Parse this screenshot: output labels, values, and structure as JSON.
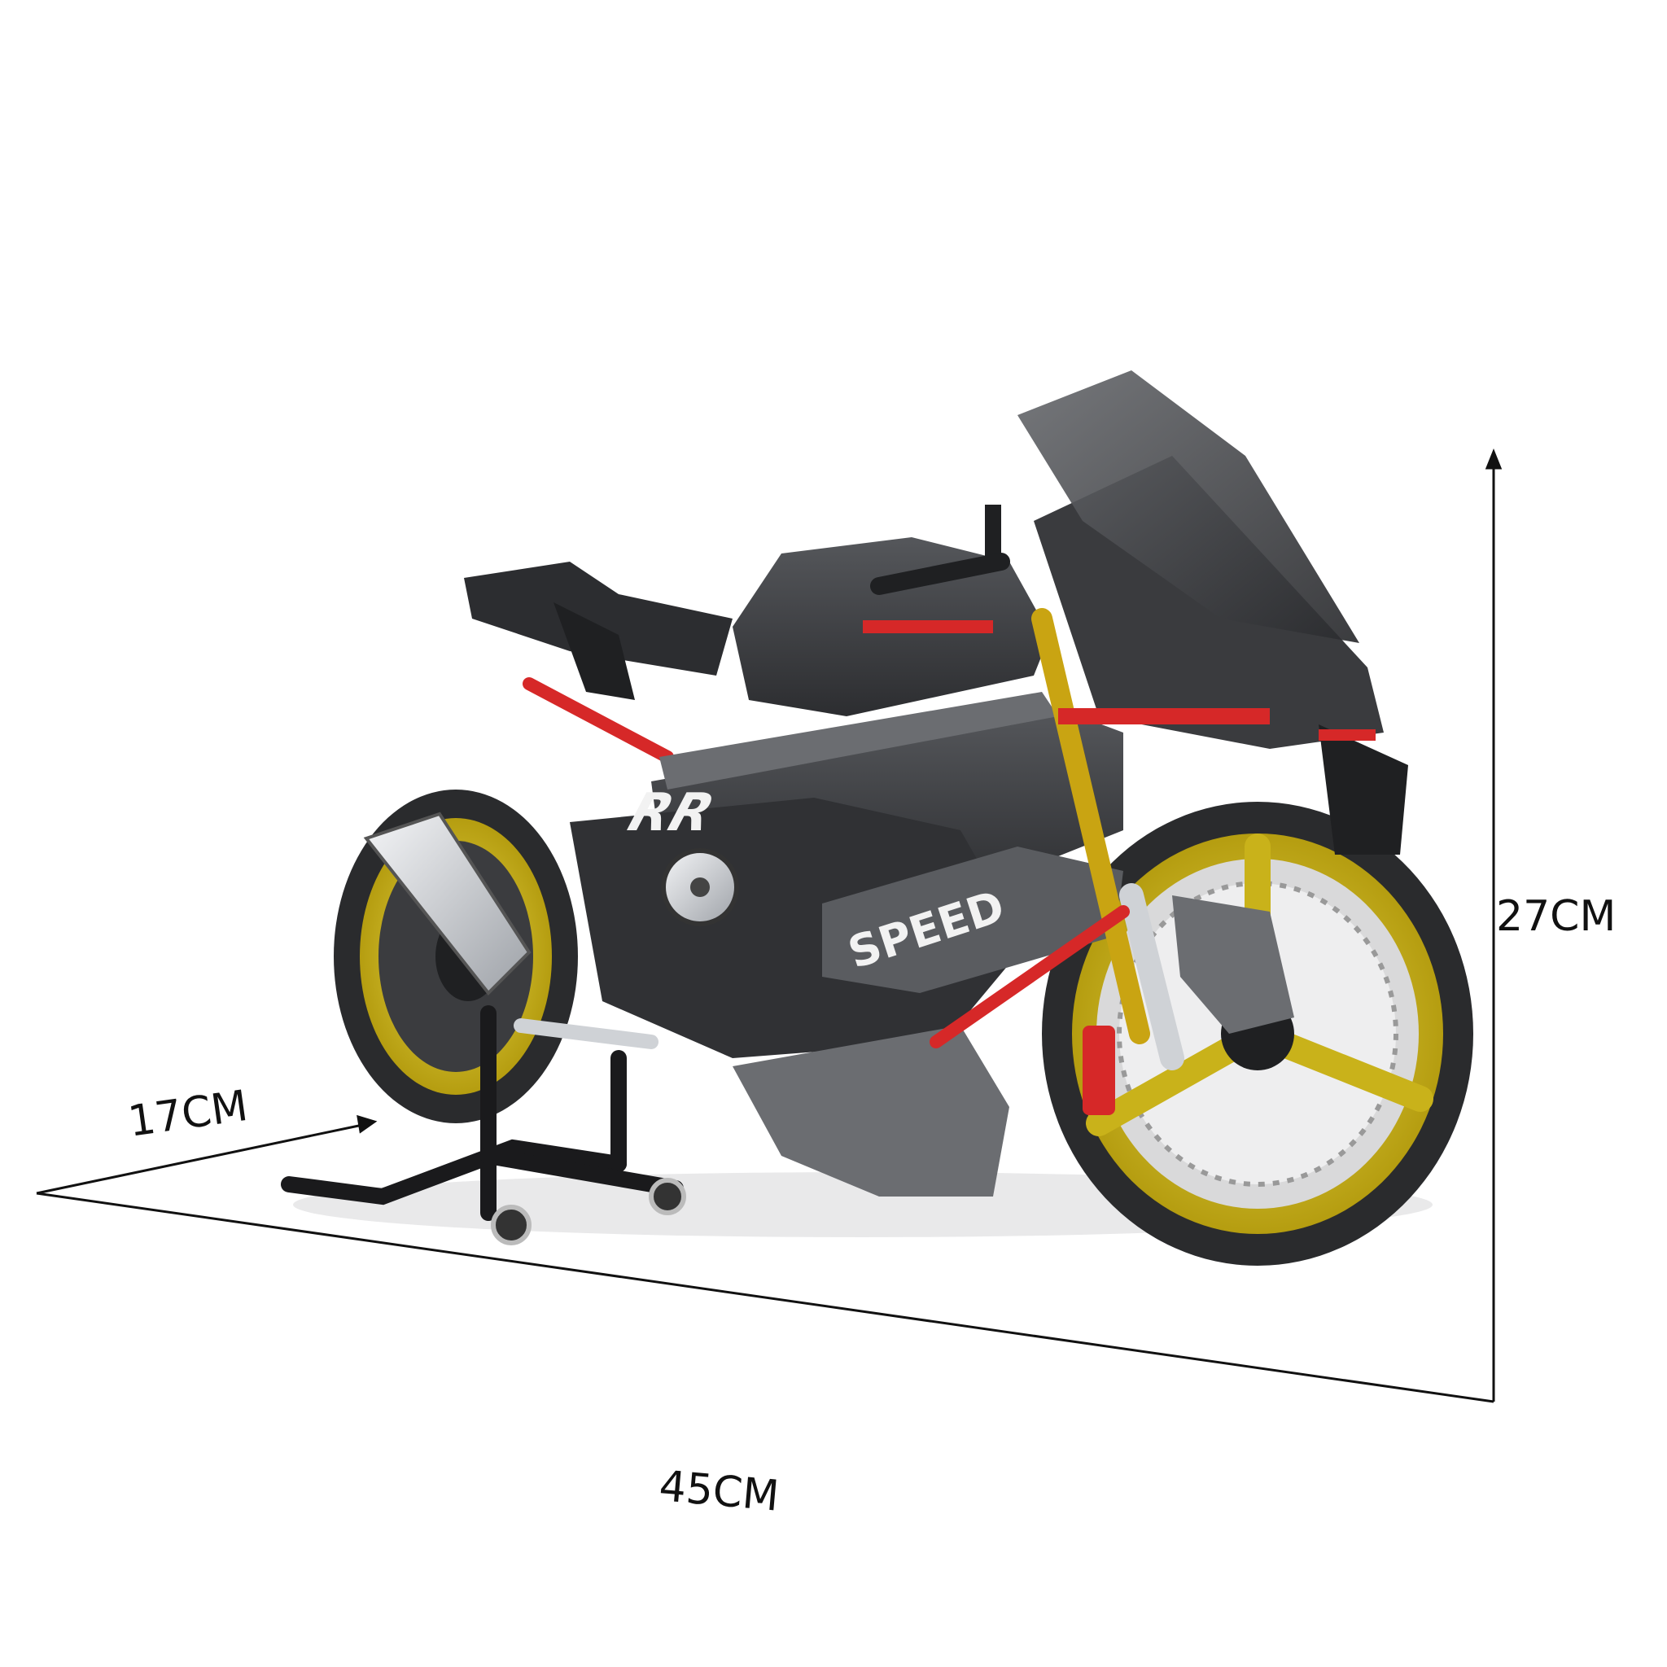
{
  "product": {
    "depth_label": "17CM",
    "length_label": "45CM",
    "height_label": "27CM",
    "fairing_decal": "RR",
    "side_decal": "SPEED",
    "colors": {
      "body": "#3c3d40",
      "body_dark": "#1f2022",
      "panel_light": "#6b6d71",
      "accent_red": "#d62828",
      "rim_gold": "#c9b21a",
      "tire": "#2a2b2d",
      "chrome": "#cfd2d6"
    }
  }
}
